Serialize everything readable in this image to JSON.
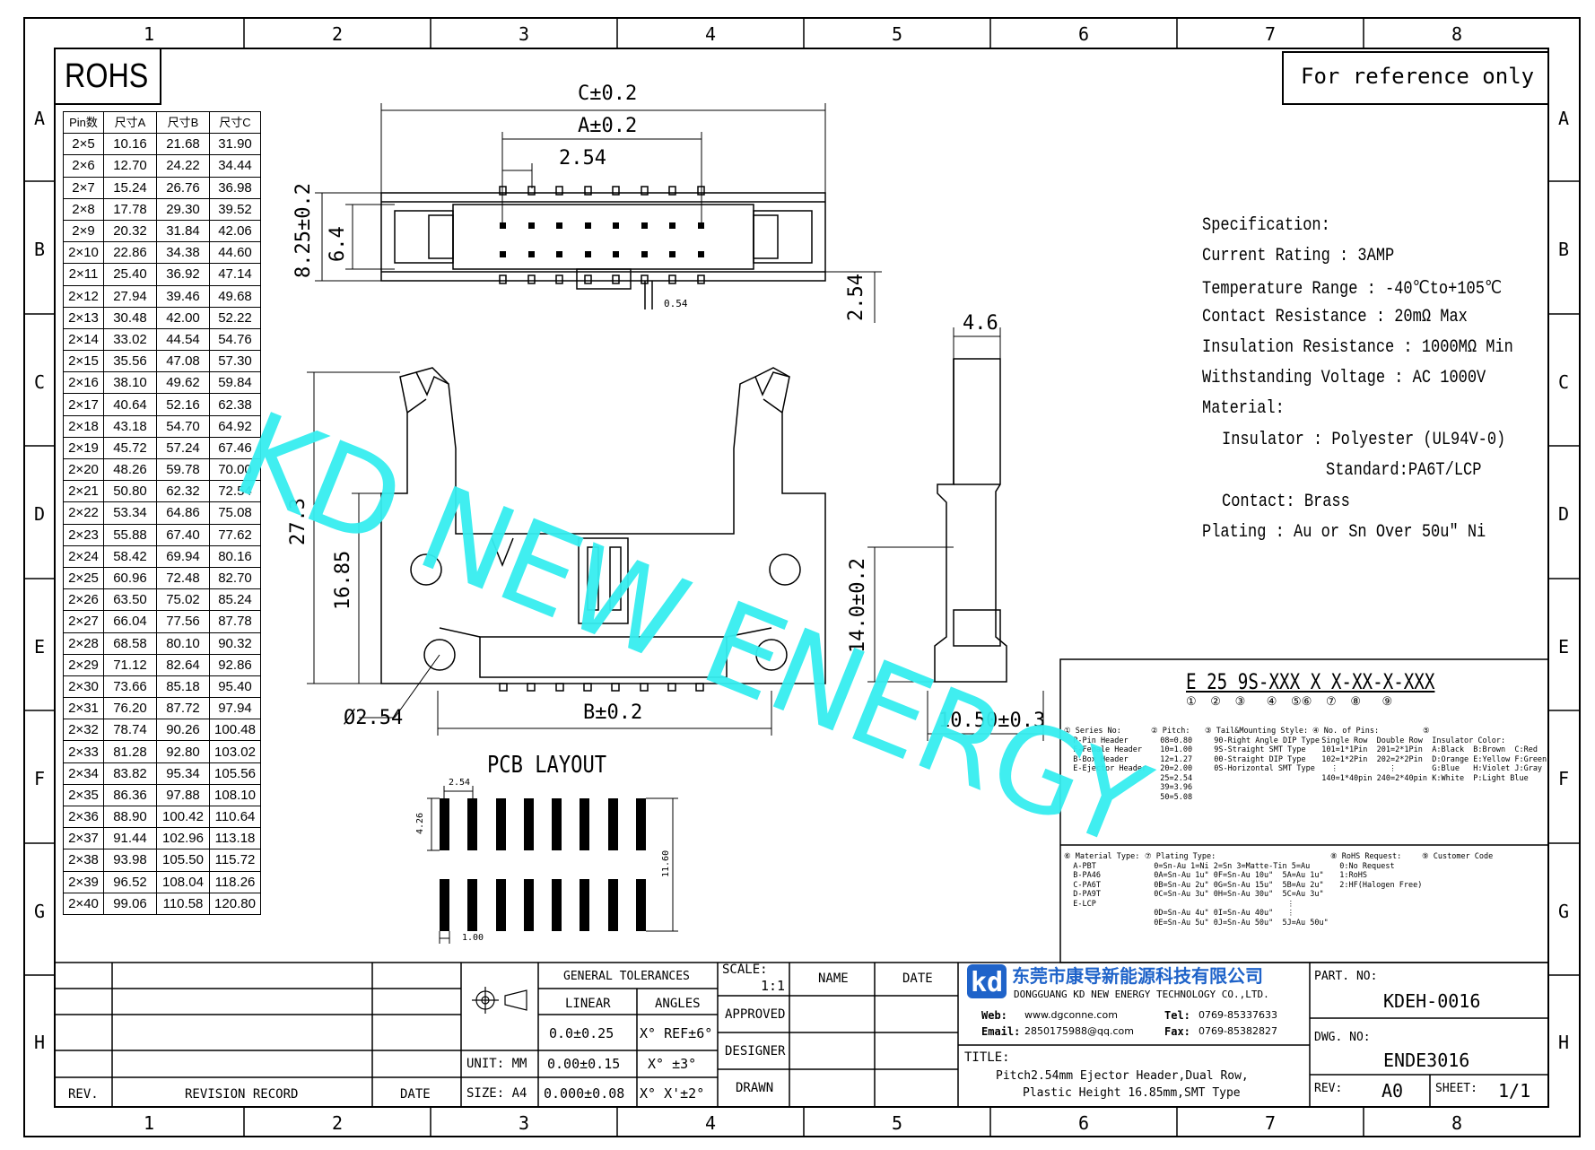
{
  "border": {
    "columns": [
      "1",
      "2",
      "3",
      "4",
      "5",
      "6",
      "7",
      "8"
    ],
    "rows": [
      "A",
      "B",
      "C",
      "D",
      "E",
      "F",
      "G",
      "H"
    ]
  },
  "rohs_label": "ROHS",
  "reference_note": "For reference only",
  "table": {
    "headers": [
      "Pin数",
      "尺寸A",
      "尺寸B",
      "尺寸C"
    ],
    "rows": [
      [
        "2×5",
        "10.16",
        "21.68",
        "31.90"
      ],
      [
        "2×6",
        "12.70",
        "24.22",
        "34.44"
      ],
      [
        "2×7",
        "15.24",
        "26.76",
        "36.98"
      ],
      [
        "2×8",
        "17.78",
        "29.30",
        "39.52"
      ],
      [
        "2×9",
        "20.32",
        "31.84",
        "42.06"
      ],
      [
        "2×10",
        "22.86",
        "34.38",
        "44.60"
      ],
      [
        "2×11",
        "25.40",
        "36.92",
        "47.14"
      ],
      [
        "2×12",
        "27.94",
        "39.46",
        "49.68"
      ],
      [
        "2×13",
        "30.48",
        "42.00",
        "52.22"
      ],
      [
        "2×14",
        "33.02",
        "44.54",
        "54.76"
      ],
      [
        "2×15",
        "35.56",
        "47.08",
        "57.30"
      ],
      [
        "2×16",
        "38.10",
        "49.62",
        "59.84"
      ],
      [
        "2×17",
        "40.64",
        "52.16",
        "62.38"
      ],
      [
        "2×18",
        "43.18",
        "54.70",
        "64.92"
      ],
      [
        "2×19",
        "45.72",
        "57.24",
        "67.46"
      ],
      [
        "2×20",
        "48.26",
        "59.78",
        "70.00"
      ],
      [
        "2×21",
        "50.80",
        "62.32",
        "72.54"
      ],
      [
        "2×22",
        "53.34",
        "64.86",
        "75.08"
      ],
      [
        "2×23",
        "55.88",
        "67.40",
        "77.62"
      ],
      [
        "2×24",
        "58.42",
        "69.94",
        "80.16"
      ],
      [
        "2×25",
        "60.96",
        "72.48",
        "82.70"
      ],
      [
        "2×26",
        "63.50",
        "75.02",
        "85.24"
      ],
      [
        "2×27",
        "66.04",
        "77.56",
        "87.78"
      ],
      [
        "2×28",
        "68.58",
        "80.10",
        "90.32"
      ],
      [
        "2×29",
        "71.12",
        "82.64",
        "92.86"
      ],
      [
        "2×30",
        "73.66",
        "85.18",
        "95.40"
      ],
      [
        "2×31",
        "76.20",
        "87.72",
        "97.94"
      ],
      [
        "2×32",
        "78.74",
        "90.26",
        "100.48"
      ],
      [
        "2×33",
        "81.28",
        "92.80",
        "103.02"
      ],
      [
        "2×34",
        "83.82",
        "95.34",
        "105.56"
      ],
      [
        "2×35",
        "86.36",
        "97.88",
        "108.10"
      ],
      [
        "2×36",
        "88.90",
        "100.42",
        "110.64"
      ],
      [
        "2×37",
        "91.44",
        "102.96",
        "113.18"
      ],
      [
        "2×38",
        "93.98",
        "105.50",
        "115.72"
      ],
      [
        "2×39",
        "96.52",
        "108.04",
        "118.26"
      ],
      [
        "2×40",
        "99.06",
        "110.58",
        "120.80"
      ]
    ]
  },
  "dimensions": {
    "c": "C±0.2",
    "a": "A±0.2",
    "pitch_top": "2.54",
    "h_825": "8.25±0.2",
    "h_64": "6.4",
    "small_054": "0.54",
    "side_254": "2.54",
    "w_46": "4.6",
    "h_273": "27.3",
    "h_1685": "16.85",
    "h_140": "14.0±0.2",
    "dia": "Ø2.54",
    "b": "B±0.2",
    "w_1050": "10.50±0.3"
  },
  "pcb": {
    "title": "PCB LAYOUT",
    "pitch": "2.54",
    "pad_len": "4.26",
    "row_span": "11.60",
    "pad_w": "1.00"
  },
  "spec": {
    "title": "Specification:",
    "current": "Current Rating : 3AMP",
    "temp": "Temperature Range : -40℃to+105℃",
    "contact_res": "Contact Resistance : 20mΩ Max",
    "insul_res": "Insulation Resistance : 1000MΩ Min",
    "voltage": "Withstanding Voltage : AC 1000V",
    "material": "Material:",
    "insulator": "Insulator : Polyester (UL94V-0)",
    "standard": "Standard:PA6T/LCP",
    "contact": "Contact: Brass",
    "plating": "Plating : Au or Sn Over 50u\" Ni"
  },
  "part_code": {
    "code": "E 25 9S-XXX X X-XX-X-XXX",
    "markers": "①  ②  ③   ④  ⑤⑥  ⑦  ⑧   ⑨",
    "col1": "① Series No:\n  P-Pin Header\n  F-Female Header\n  B-Box Header\n  E-Ejector Header",
    "col2": "② Pitch:\n  08=0.80\n  10=1.00\n  12=1.27\n  20=2.00\n  25=2.54\n  39=3.96\n  50=5.08",
    "col3": "③ Tail&Mounting Style:\n  90-Right Angle DIP Type\n  9S-Straight SMT Type\n  00-Straight DIP Type\n  0S-Horizontal SMT Type",
    "col4": "④ No. of Pins:\n  Single Row  Double Row\n  101=1*1Pin  201=2*1Pin\n  102=1*2Pin  202=2*2Pin\n    ⋮           ⋮\n  140=1*40pin 240=2*40pin",
    "col5": "⑤\n  Insulator Color:\n  A:Black  B:Brown  C:Red\n  D:Orange E:Yellow F:Green\n  G:Blue   H:Violet J:Gray\n  K:White  P:Light Blue",
    "col6": "⑥ Material Type:\n  A-PBT\n  B-PA46\n  C-PA6T\n  D-PA9T\n  E-LCP",
    "col7": "⑦ Plating Type:\n  0=Sn-Au 1=Ni 2=Sn 3=Matte-Tin 5=Au\n  0A=Sn-Au 1u\" 0F=Sn-Au 10u\"  5A=Au 1u\"\n  0B=Sn-Au 2u\" 0G=Sn-Au 15u\"  5B=Au 2u\"\n  0C=Sn-Au 3u\" 0H=Sn-Au 30u\"  5C=Au 3u\"\n                               ⋮\n  0D=Sn-Au 4u\" 0I=Sn-Au 40u\"   ⋮\n  0E=Sn-Au 5u\" 0J=Sn-Au 50u\"  5J=Au 50u\"",
    "col8": "⑧ RoHS Request:\n  0:No Request\n  1:RoHS\n  2:HF(Halogen Free)",
    "col9": "⑨ Customer Code"
  },
  "title_block": {
    "rev": "REV.",
    "revision_record": "REVISION RECORD",
    "date": "DATE",
    "general_tol": "GENERAL TOLERANCES",
    "linear": "LINEAR",
    "angles": "ANGLES",
    "lin1": "0.0±0.25",
    "lin2": "0.00±0.15",
    "lin3": "0.000±0.08",
    "ang1": "X° REF±6°",
    "ang2": "X° ±3°",
    "ang3": "X° X'±2°",
    "unit": "UNIT: MM",
    "size": "SIZE: A4",
    "scale_label": "SCALE:",
    "scale": "1:1",
    "name": "NAME",
    "date2": "DATE",
    "approved": "APPROVED",
    "designer": "DESIGNER",
    "drawn": "DRAWN",
    "company_cn": "东莞市康导新能源科技有限公司",
    "company_en": "DONGGUANG KD NEW ENERGY TECHNOLOGY CO.,LTD.",
    "web_label": "Web:",
    "web": "www.dgconne.com",
    "tel_label": "Tel:",
    "tel": "0769-85337633",
    "email_label": "Email:",
    "email": "2850175988@qq.com",
    "fax_label": "Fax:",
    "fax": "0769-85382827",
    "title_label": "TITLE:",
    "title_line1": "Pitch2.54mm Ejector Header,Dual Row,",
    "title_line2": "Plastic Height 16.85mm,SMT Type",
    "part_no_label": "PART. NO:",
    "part_no": "KDEH-0016",
    "dwg_no_label": "DWG. NO:",
    "dwg_no": "ENDE3016",
    "rev_label": "REV:",
    "rev_val": "A0",
    "sheet_label": "SHEET:",
    "sheet": "1/1"
  },
  "watermark": "KD NEW ENERGY"
}
